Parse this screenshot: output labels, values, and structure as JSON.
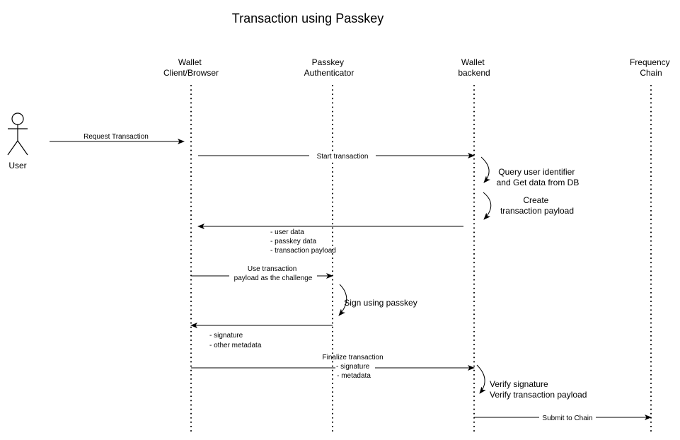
{
  "title": "Transaction using Passkey",
  "actor": {
    "label": "User"
  },
  "lifelines": [
    {
      "id": "wallet_client",
      "lines": [
        "Wallet",
        "Client/Browser"
      ]
    },
    {
      "id": "passkey_auth",
      "lines": [
        "Passkey",
        "Authenticator"
      ]
    },
    {
      "id": "wallet_backend",
      "lines": [
        "Wallet",
        "backend"
      ]
    },
    {
      "id": "frequency_chain",
      "lines": [
        "Frequency",
        "Chain"
      ]
    }
  ],
  "messages": [
    {
      "id": "request_transaction",
      "from": "user",
      "to": "wallet_client",
      "lines": [
        "Request Transaction"
      ]
    },
    {
      "id": "start_transaction",
      "from": "wallet_client",
      "to": "wallet_backend",
      "lines": [
        "Start transaction"
      ]
    },
    {
      "id": "backend_response",
      "from": "wallet_backend",
      "to": "wallet_client",
      "lines": [
        "- user data",
        "- passkey data",
        "- transaction payload"
      ]
    },
    {
      "id": "use_challenge",
      "from": "wallet_client",
      "to": "passkey_auth",
      "lines": [
        "Use transaction",
        "payload as the challenge"
      ]
    },
    {
      "id": "signature_response",
      "from": "passkey_auth",
      "to": "wallet_client",
      "lines": [
        "- signature",
        "- other metadata"
      ]
    },
    {
      "id": "finalize_transaction",
      "from": "wallet_client",
      "to": "wallet_backend",
      "lines": [
        "Finalize transaction",
        "- signature",
        "- metadata"
      ]
    },
    {
      "id": "submit_to_chain",
      "from": "wallet_backend",
      "to": "frequency_chain",
      "lines": [
        "Submit to Chain"
      ]
    }
  ],
  "self_notes": [
    {
      "id": "query_user",
      "on": "wallet_backend",
      "lines": [
        "Query user identifier",
        "and Get data from DB"
      ]
    },
    {
      "id": "create_payload",
      "on": "wallet_backend",
      "lines": [
        "Create",
        "transaction payload"
      ]
    },
    {
      "id": "sign_passkey",
      "on": "passkey_auth",
      "lines": [
        "Sign using passkey"
      ]
    },
    {
      "id": "verify",
      "on": "wallet_backend",
      "lines": [
        "Verify signature",
        "Verify transaction payload"
      ]
    }
  ]
}
